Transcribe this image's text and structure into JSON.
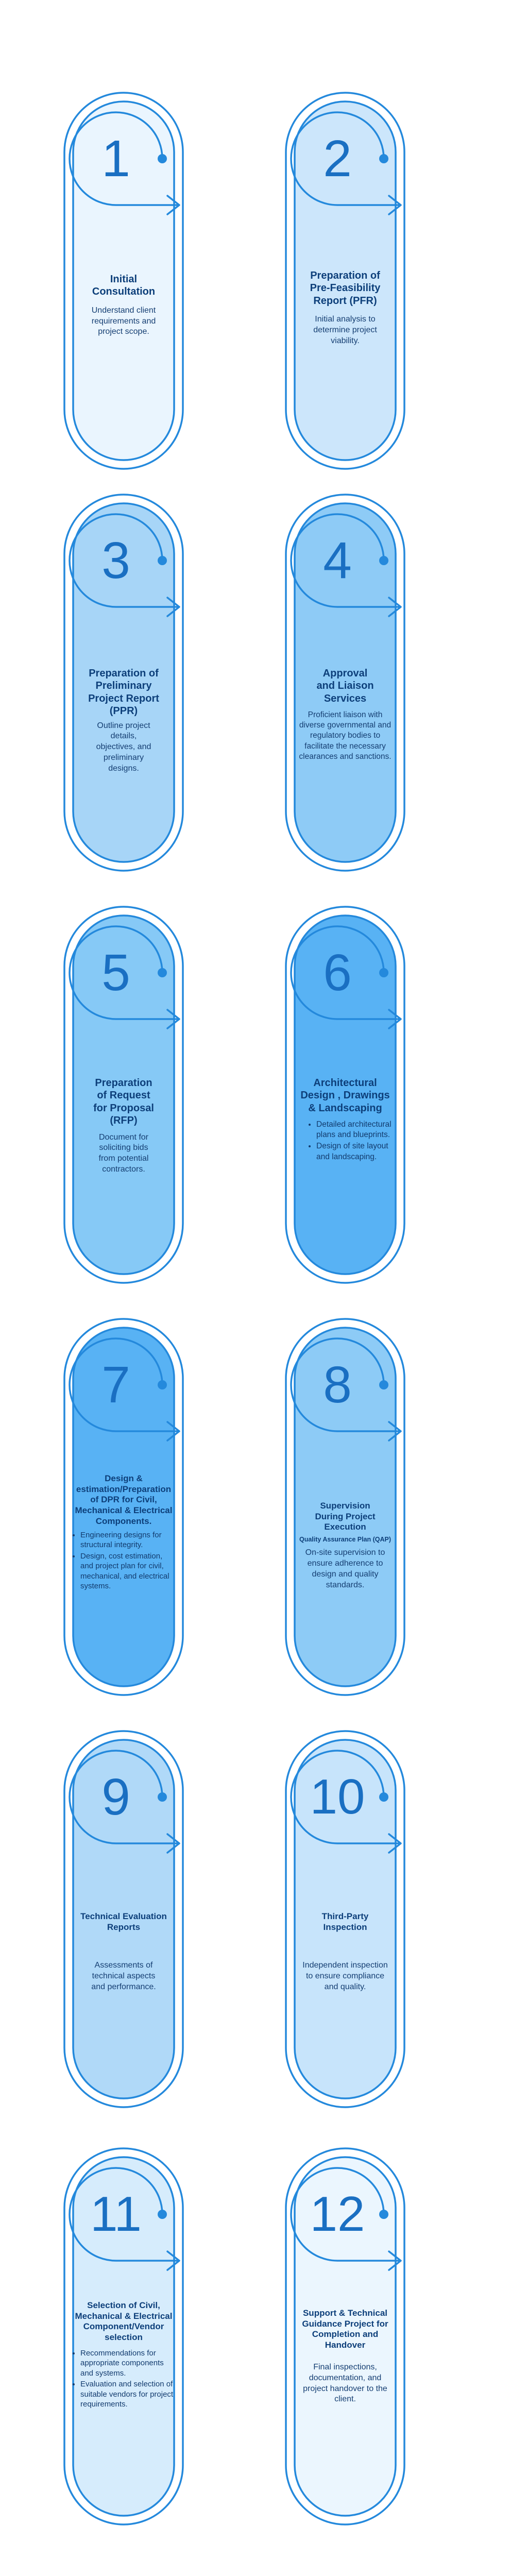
{
  "colors": {
    "outline": "#2489dc",
    "text": "#0d3f7a",
    "number": "#1a6fc2"
  },
  "steps": [
    {
      "number": "1",
      "title": "Initial Consultation",
      "description": "Understand client requirements and project scope.",
      "fill": "#eaf5fe"
    },
    {
      "number": "2",
      "title": "Preparation of Pre-Feasibility Report (PFR)",
      "description": "Initial analysis to determine project viability.",
      "fill": "#cce6fb"
    },
    {
      "number": "3",
      "title": "Preparation of Preliminary Project Report (PPR)",
      "description": "Outline project details, objectives, and preliminary designs.",
      "fill": "#a7d5f7"
    },
    {
      "number": "4",
      "title": "Approval and Liaison Services",
      "description": "Proficient liaison with diverse governmental and regulatory bodies to facilitate the necessary clearances and sanctions.",
      "fill": "#8ecbf6"
    },
    {
      "number": "5",
      "title": "Preparation of Request for Proposal (RFP)",
      "description": "Document for soliciting bids from potential contractors.",
      "fill": "#86c9f6"
    },
    {
      "number": "6",
      "title": "Architectural Design , Drawings & Landscaping",
      "bullets": [
        "Detailed architectural plans and blueprints.",
        "Design of site layout and landscaping."
      ],
      "fill": "#58b2f4"
    },
    {
      "number": "7",
      "title": "Design & estimation/Preparation of DPR for Civil, Mechanical & Electrical Components.",
      "bullets": [
        "Engineering designs for structural integrity.",
        "Design, cost estimation, and project plan for civil, mechanical, and electrical systems."
      ],
      "fill": "#58b2f4"
    },
    {
      "number": "8",
      "title": "Supervision During Project Execution",
      "subtitle": "Quality Assurance Plan (QAP)",
      "description": "On-site supervision to ensure adherence to design and quality standards.",
      "fill": "#8dcbf6"
    },
    {
      "number": "9",
      "title": "Technical Evaluation Reports",
      "description": "Assessments of technical aspects and performance.",
      "fill": "#b0d9f8"
    },
    {
      "number": "10",
      "title": "Third-Party Inspection",
      "description": "Independent inspection to ensure compliance and quality.",
      "fill": "#c7e4fb"
    },
    {
      "number": "11",
      "title": "Selection of Civil, Mechanical & Electrical Component/Vendor selection",
      "bullets": [
        "Recommendations for appropriate components and systems.",
        "Evaluation and selection of suitable vendors for project requirements."
      ],
      "fill": "#d6ecfc"
    },
    {
      "number": "12",
      "title": "Support & Technical Guidance Project for Completion and Handover",
      "description": "Final inspections, documentation, and project handover to the client.",
      "fill": "#ebf6fe"
    }
  ]
}
